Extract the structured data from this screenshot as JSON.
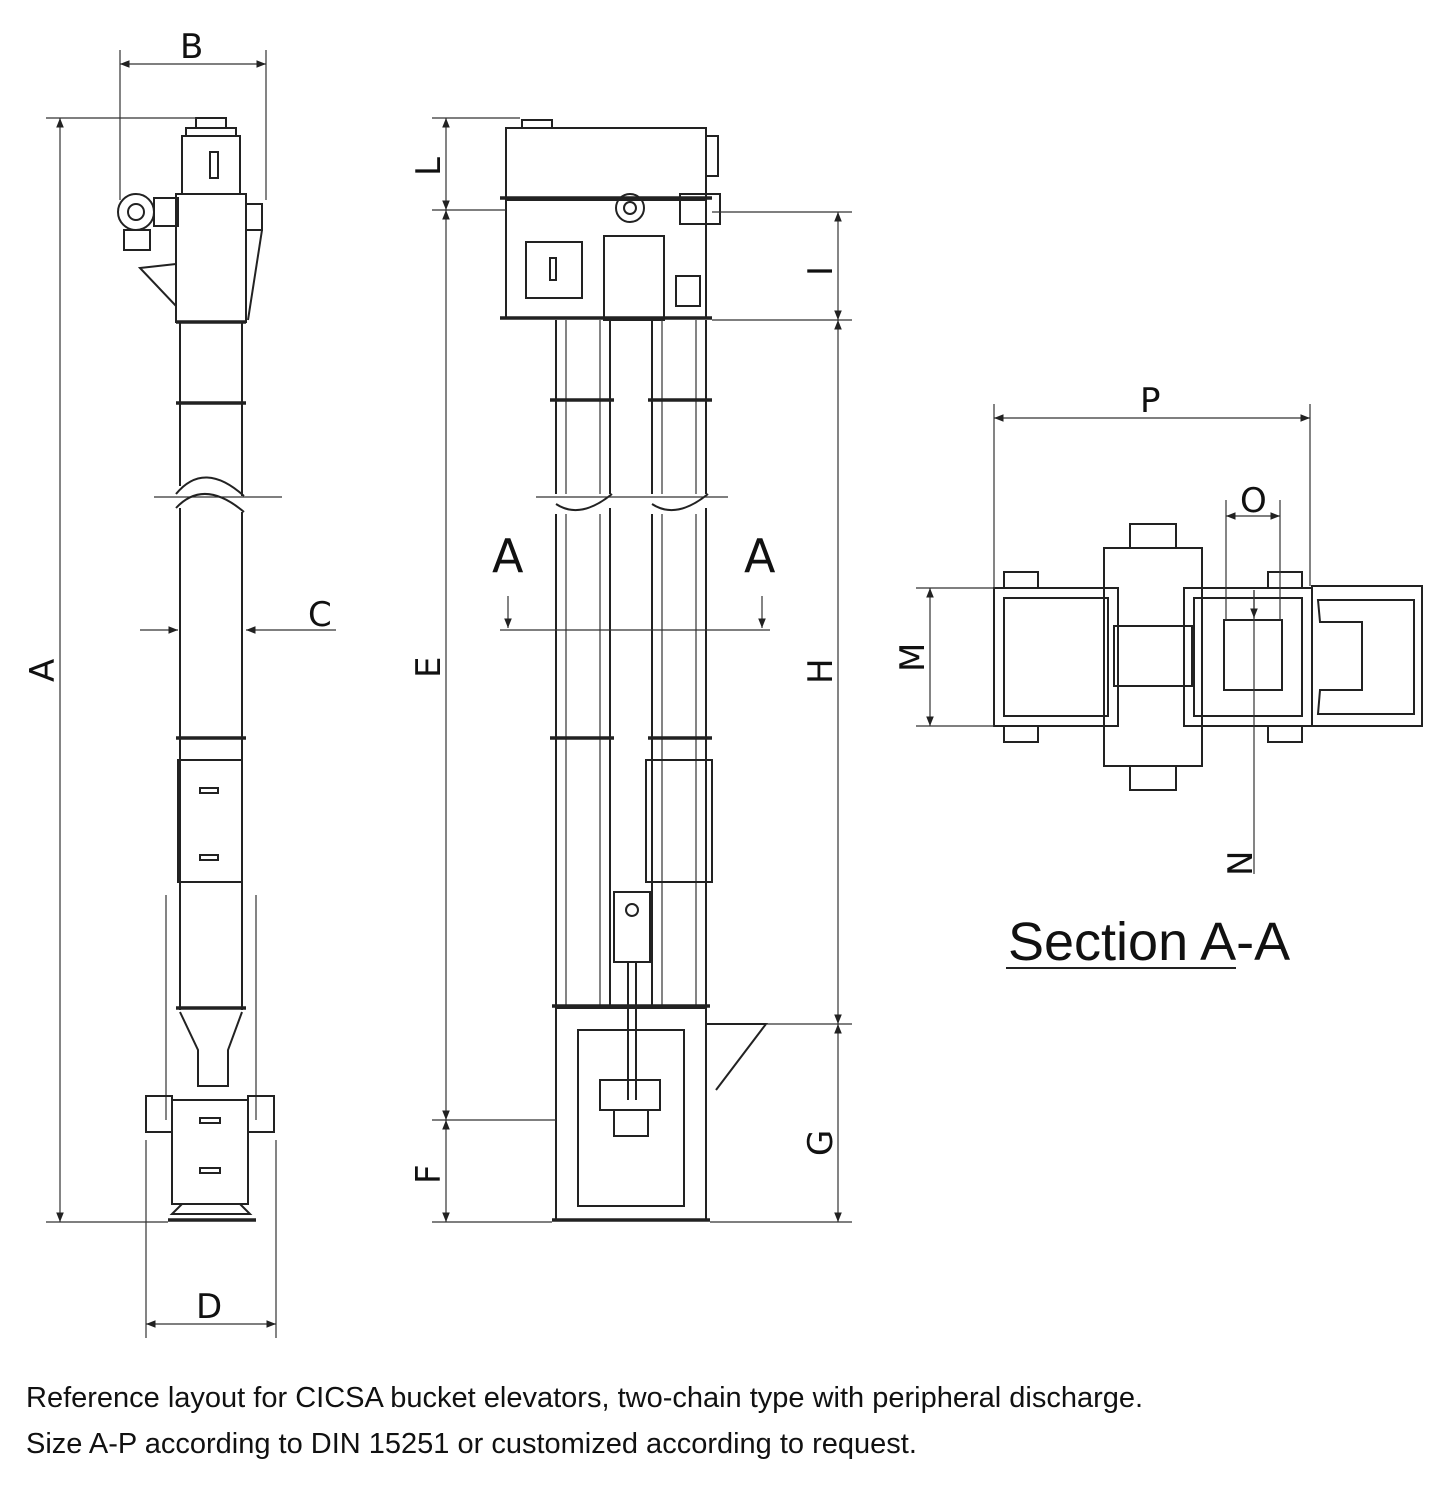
{
  "dimension_labels": {
    "A": "A",
    "B": "B",
    "C": "C",
    "D": "D",
    "E": "E",
    "F": "F",
    "G": "G",
    "H": "H",
    "I": "I",
    "L": "L",
    "M": "M",
    "N": "N",
    "O": "O",
    "P": "P"
  },
  "section_markers": {
    "left": "A",
    "right": "A"
  },
  "section_title": "Section A-A",
  "caption": {
    "line1": "Reference layout for CICSA bucket elevators, two-chain type with peripheral discharge.",
    "line2": "Size A-P according to DIN 15251 or customized according to request."
  }
}
